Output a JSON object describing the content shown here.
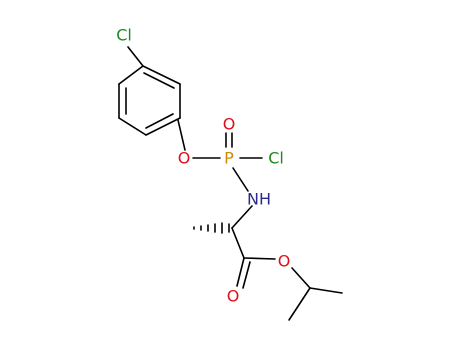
{
  "molecule": {
    "atoms": {
      "cl_ring": "Cl",
      "o_aryl": "O",
      "p": "P",
      "o_double_p": "O",
      "cl_p": "Cl",
      "nh": "NH",
      "o_ester": "O",
      "o_carbonyl": "O"
    },
    "colors": {
      "chlorine": "#1f8a1f",
      "oxygen": "#e0101a",
      "phosphorus": "#d08a00",
      "nitrogen": "#2a2a8c",
      "bond": "#000000",
      "background": "#ffffff"
    }
  }
}
